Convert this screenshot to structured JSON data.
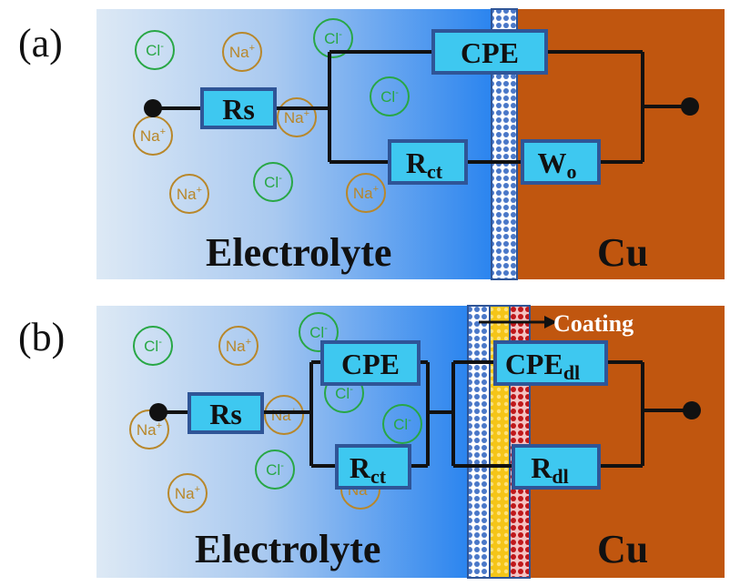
{
  "colors": {
    "electrolyte_gradient_start": "#dbe9f6",
    "electrolyte_gradient_end": "#2b86ee",
    "copper": "#c0560f",
    "component_fill": "#3ec8f0",
    "component_border": "#2f5597",
    "sodium_ion": "#b8872a",
    "chloride_ion": "#28a745",
    "coating_yellow": "#f5c518",
    "coating_red_layer": "#c0171a",
    "coating_blue_layer": "#4a78c8"
  },
  "panel_a": {
    "label": "(a)",
    "electrolyte_label": "Electrolyte",
    "metal_label": "Cu",
    "components": {
      "rs": {
        "main": "Rs",
        "sub": ""
      },
      "cpe": {
        "main": "CPE",
        "sub": ""
      },
      "rct": {
        "main": "R",
        "sub": "ct"
      },
      "wo": {
        "main": "W",
        "sub": "o"
      }
    },
    "ions": [
      {
        "type": "Cl",
        "base": "Cl",
        "charge": "-"
      },
      {
        "type": "Na",
        "base": "Na",
        "charge": "+"
      },
      {
        "type": "Cl",
        "base": "Cl",
        "charge": "-"
      },
      {
        "type": "Na",
        "base": "Na",
        "charge": "+"
      },
      {
        "type": "Cl",
        "base": "Cl",
        "charge": "-"
      },
      {
        "type": "Na",
        "base": "Na",
        "charge": "+"
      },
      {
        "type": "Na",
        "base": "Na",
        "charge": "+"
      },
      {
        "type": "Cl",
        "base": "Cl",
        "charge": "-"
      },
      {
        "type": "Na",
        "base": "Na",
        "charge": "+"
      }
    ]
  },
  "panel_b": {
    "label": "(b)",
    "electrolyte_label": "Electrolyte",
    "metal_label": "Cu",
    "coating_label": "Coating",
    "components": {
      "rs": {
        "main": "Rs",
        "sub": ""
      },
      "cpe": {
        "main": "CPE",
        "sub": ""
      },
      "rct": {
        "main": "R",
        "sub": "ct"
      },
      "cpe_dl": {
        "main": "CPE",
        "sub": "dl"
      },
      "r_dl": {
        "main": "R",
        "sub": "dl"
      }
    },
    "ions": [
      {
        "type": "Cl",
        "base": "Cl",
        "charge": "-"
      },
      {
        "type": "Na",
        "base": "Na",
        "charge": "+"
      },
      {
        "type": "Cl",
        "base": "Cl",
        "charge": "-"
      },
      {
        "type": "Cl",
        "base": "Cl",
        "charge": "-"
      },
      {
        "type": "Na",
        "base": "Na",
        "charge": "+"
      },
      {
        "type": "Na",
        "base": "Na",
        "charge": "+"
      },
      {
        "type": "Cl",
        "base": "Cl",
        "charge": "-"
      },
      {
        "type": "Cl",
        "base": "Cl",
        "charge": "-"
      },
      {
        "type": "Na",
        "base": "Na",
        "charge": "+"
      },
      {
        "type": "Na",
        "base": "Na",
        "charge": "+"
      }
    ]
  }
}
